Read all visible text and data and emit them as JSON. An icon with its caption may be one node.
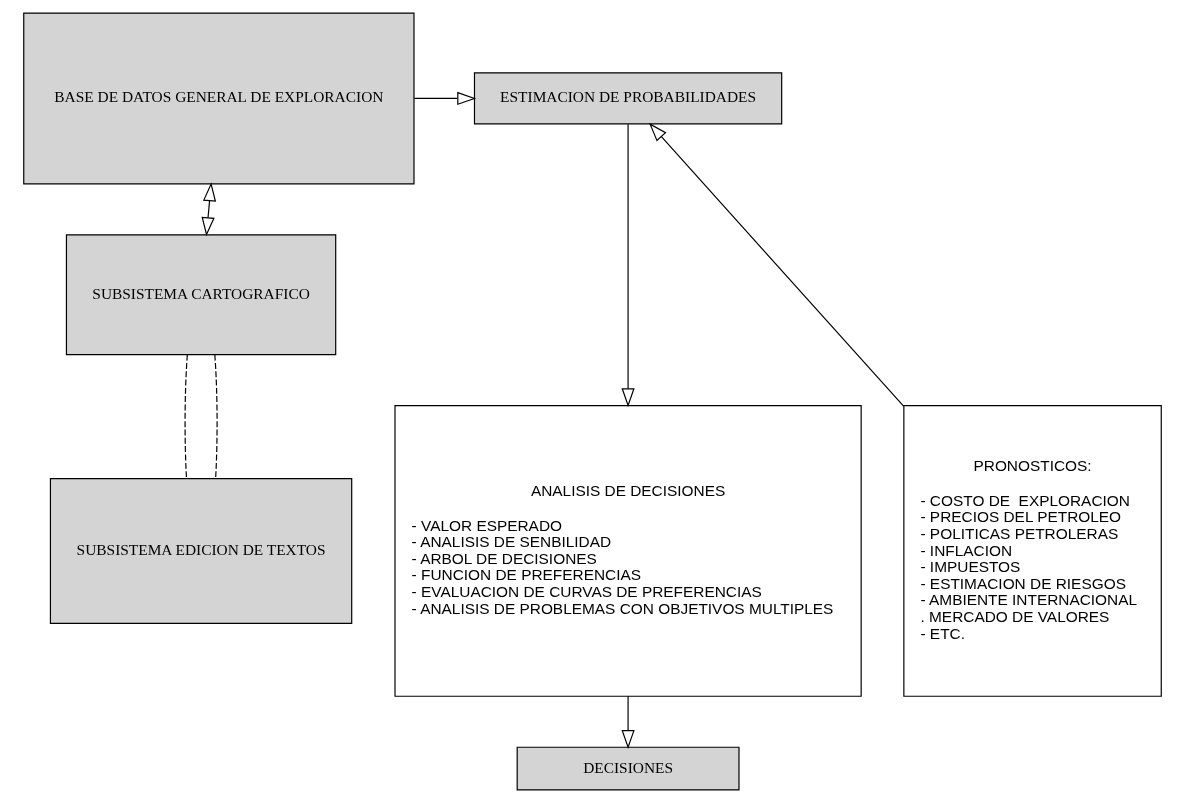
{
  "diagram": {
    "nodes": [
      {
        "text": [
          "BASE DE DATOS GENERAL DE EXPLORACION"
        ]
      },
      {
        "text": [
          "ESTIMACION DE PROBABILIDADES"
        ]
      },
      {
        "text": [
          "SUBSISTEMA EDICION DE TEXTOS"
        ]
      },
      {
        "text": [
          "PRONOSTICOS:",
          "- COSTO DE  EXPLORACION",
          "- PRECIOS DEL PETROLEO",
          "- POLITICAS PETROLERAS",
          "- INFLACION",
          "- IMPUESTOS",
          "- ESTIMACION DE RIESGOS",
          "- AMBIENTE INTERNACIONAL",
          ". MERCADO DE VALORES",
          "- ETC."
        ]
      },
      {
        "text": [
          "ANALISIS DE DECISIONES",
          "- VALOR ESPERADO",
          "- ANALISIS DE SENBILIDAD",
          "- ARBOL DE DECISIONES",
          "- FUNCION DE PREFERENCIAS",
          "- EVALUACION DE CURVAS DE PREFERENCIAS",
          "- ANALISIS DE PROBLEMAS CON OBJETIVOS MULTIPLES"
        ]
      },
      {
        "text": [
          "SUBSISTEMA CARTOGRAFICO"
        ]
      },
      {
        "text": [
          "DECISIONES"
        ]
      }
    ],
    "edges": [
      {
        "from": 0,
        "to": 1,
        "arrow": "to"
      },
      {
        "from": 3,
        "to": 1,
        "arrow": "to"
      },
      {
        "from": 1,
        "to": 4,
        "arrow": "to"
      },
      {
        "from": 0,
        "to": 5,
        "arrow": "both"
      },
      {
        "from": 5,
        "to": 2,
        "arrow": "none",
        "style": "dashed"
      },
      {
        "from": 5,
        "to": 2,
        "arrow": "none",
        "style": "dashed"
      },
      {
        "from": 4,
        "to": 6,
        "arrow": "to"
      }
    ]
  }
}
